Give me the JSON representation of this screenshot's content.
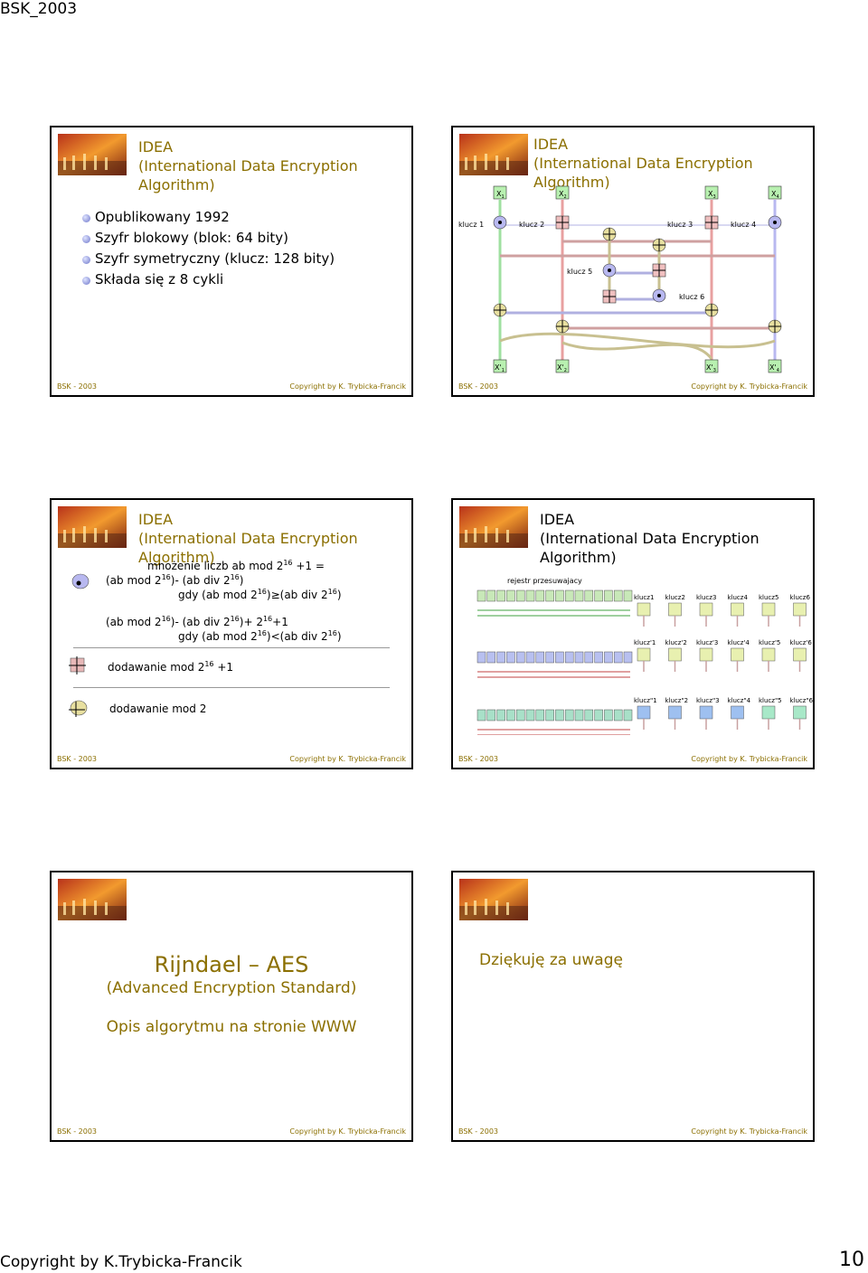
{
  "page": {
    "header": "BSK_2003",
    "footer": "Copyright by K.Trybicka-Francik",
    "number": "10"
  },
  "slide_common": {
    "footer_left": "BSK - 2003",
    "footer_right": "Copyright by K. Trybicka-Francik"
  },
  "slide1": {
    "title1": "IDEA",
    "title2": "(International Data Encryption Algorithm)",
    "bullets": [
      "Opublikowany 1992",
      "Szyfr blokowy (blok: 64 bity)",
      "Szyfr symetryczny (klucz: 128 bity)",
      "Składa się z 8 cykli"
    ]
  },
  "slide2": {
    "title1": "IDEA",
    "title2": "(International Data Encryption Algorithm)",
    "inputs": [
      "X",
      "X",
      "X",
      "X"
    ],
    "input_subs": [
      "1",
      "2",
      "3",
      "4"
    ],
    "outputs": [
      "X'",
      "X'",
      "X'",
      "X'"
    ],
    "keys": [
      "klucz 1",
      "klucz 2",
      "klucz 3",
      "klucz 4",
      "klucz 5",
      "klucz 6"
    ]
  },
  "slide3": {
    "title1": "IDEA",
    "title2": "(International Data Encryption Algorithm)",
    "mult_label": "mnożenie liczb ab mod 2",
    "mult_tail": " +1 =",
    "e1": "(ab mod 2",
    "e2": ")",
    "e3": "(ab div 2",
    "e4": ")",
    "e5": "gdy (ab mod 2",
    "e6": ")≥(ab div 2",
    "e7": ")",
    "e8": "(ab mod 2",
    "e9": ")",
    "e10": "(ab div 2",
    "e11": ")+ 2",
    "e12": "+1",
    "e13": "gdy (ab mod 2",
    "e14": ")<(ab div 2",
    "e15": ")",
    "exp": "16",
    "dot": "-",
    "add1": "dodawanie mod 2",
    "add1_tail": " +1",
    "add2": "dodawanie mod 2"
  },
  "slide4": {
    "title1": "IDEA",
    "title2": "(International Data Encryption Algorithm)",
    "register_label": "rejestr przesuwajacy",
    "row1_keys": [
      "klucz1",
      "klucz2",
      "klucz3",
      "klucz4",
      "klucz5",
      "klucz6"
    ],
    "row2_keys": [
      "klucz'1",
      "klucz'2",
      "klucz'3",
      "klucz'4",
      "klucz'5",
      "klucz'6"
    ],
    "row3_keys": [
      "klucz\"1",
      "klucz\"2",
      "klucz\"3",
      "klucz\"4",
      "klucz\"5",
      "klucz\"6"
    ]
  },
  "slide5": {
    "title1": "Rijndael – AES",
    "title2": "(Advanced Encryption Standard)",
    "line3": "Opis algorytmu na stronie WWW"
  },
  "slide6": {
    "text": "Dziękuję za uwagę"
  },
  "colors": {
    "title": "#8b6f00",
    "frame": "#000000"
  }
}
